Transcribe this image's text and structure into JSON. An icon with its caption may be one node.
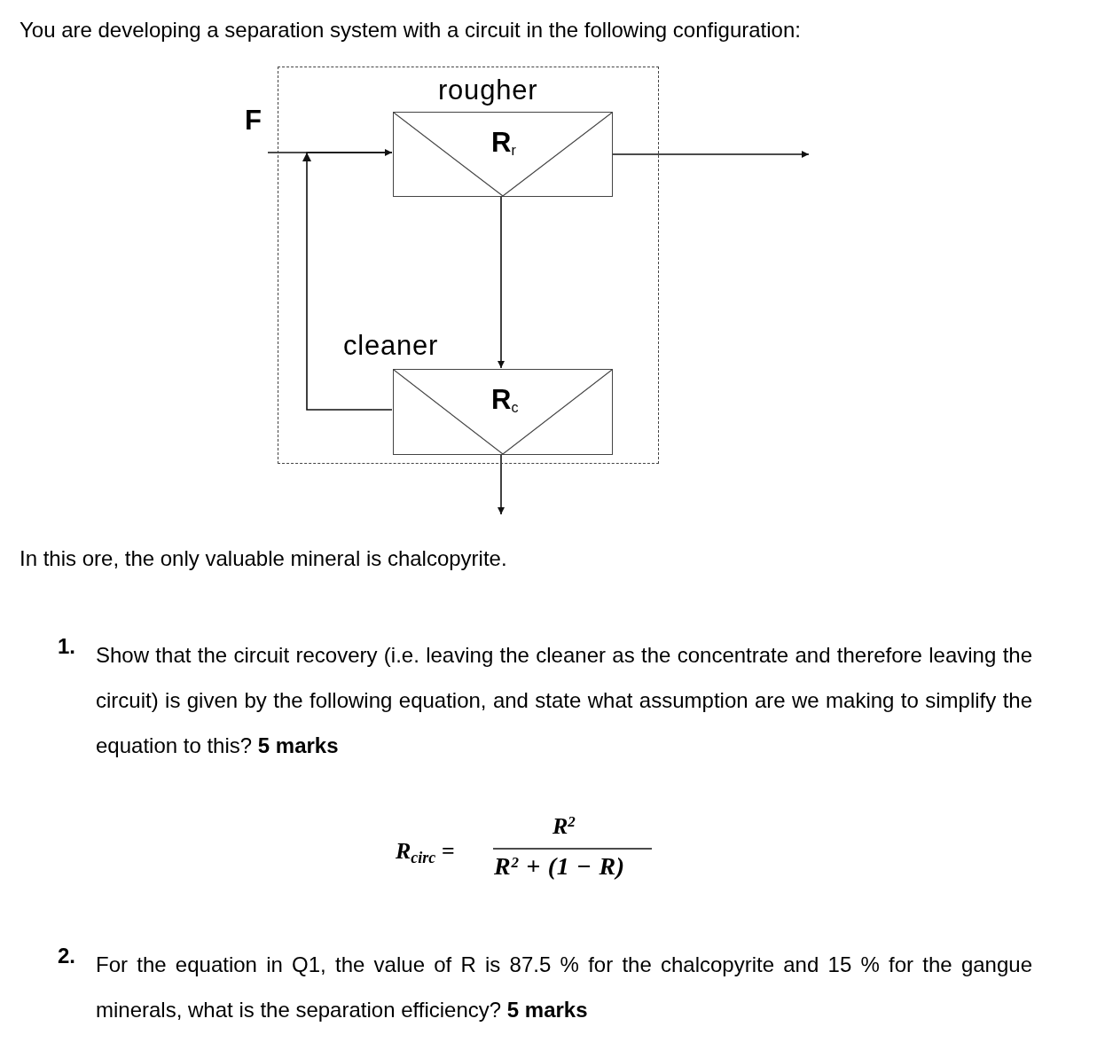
{
  "diagram": {
    "nodes": [
      {
        "text": [],
        "shape": "box"
      },
      {
        "text": [
          "rougher",
          "R$_{r}$"
        ],
        "in": 0
      },
      {
        "text": [
          "cleaner",
          "R$_{c}$"
        ],
        "in": 0
      },
      {
        "text": [
          "F"
        ]
      }
    ],
    "edges": [
      {
        "from": 3,
        "to": 1,
        "arrow": "to"
      },
      {
        "from": 1,
        "to": null,
        "arrow": "to"
      },
      {
        "from": 1,
        "to": 2,
        "arrow": "to"
      },
      {
        "from": 2,
        "to": 1,
        "arrow": "to"
      },
      {
        "from": 2,
        "to": null,
        "arrow": "to"
      }
    ],
    "labels": [
      "You are developing a separation system with a circuit in the following configuration:",
      "In this ore, the only valuable mineral is chalcopyrite.",
      "1.",
      "Show that the circuit recovery (i.e. leaving the cleaner as the concentrate and therefore leaving the circuit) is given by the following equation, and state what assumption are we making to simplify the equation to this? **5 marks**",
      "R$_{circ}$ =",
      "R$^{2}$",
      "R$^{2}$ + (1 − R)",
      "2.",
      "For the equation in Q1, the value of R is 87.5 % for the chalcopyrite and 15 % for the gangue minerals, what is the separation efficiency? **5 marks**"
    ]
  }
}
